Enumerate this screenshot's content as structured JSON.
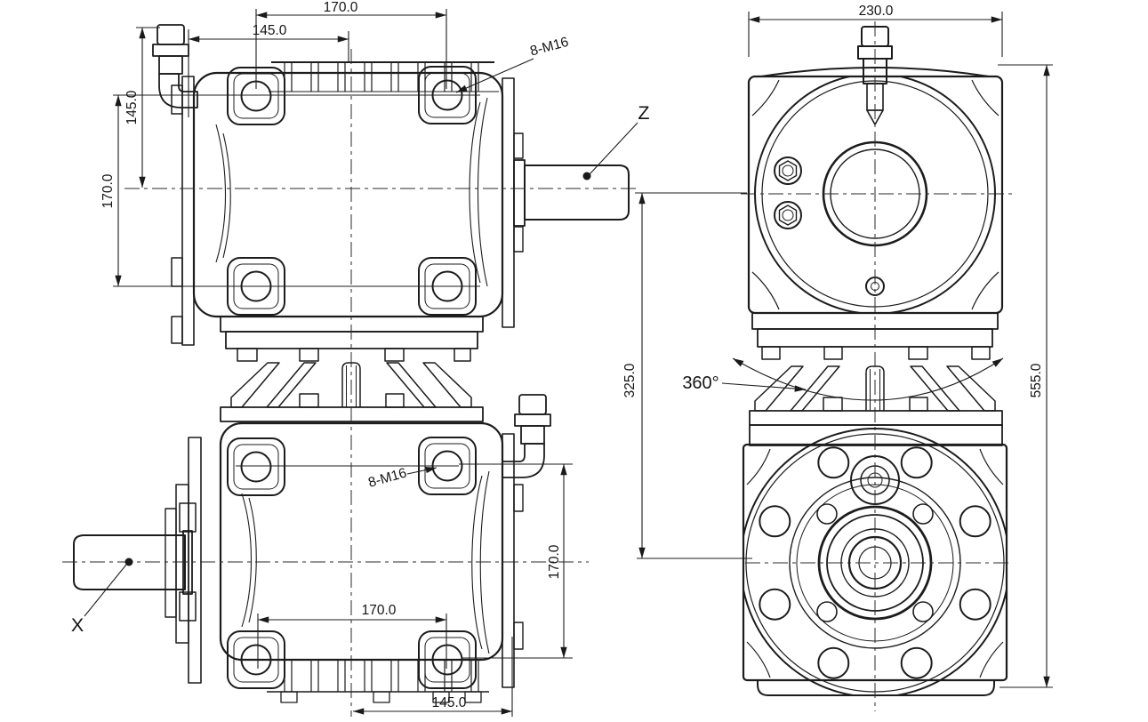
{
  "drawing_type": "gearbox-technical-drawing",
  "colors": {
    "line": "#1c1c1c",
    "background": "#ffffff"
  },
  "front_view": {
    "dims": {
      "top_hole_spacing": "170.0",
      "top_edge_to_center": "145.0",
      "plug_to_axis_vertical": "145.0",
      "left_hole_spacing": "170.0",
      "top_bolt_callout": "8-M16",
      "z_axis_label": "Z",
      "x_axis_label": "X",
      "bottom_bolt_callout": "8-M16",
      "bottom_right_hole_spacing": "170.0",
      "bottom_hole_spacing": "170.0",
      "bottom_center_to_edge": "145.0"
    }
  },
  "side_view": {
    "dims": {
      "housing_width": "230.0",
      "axis_distance": "325.0",
      "overall_height": "555.0",
      "swivel_range": "360°"
    }
  }
}
